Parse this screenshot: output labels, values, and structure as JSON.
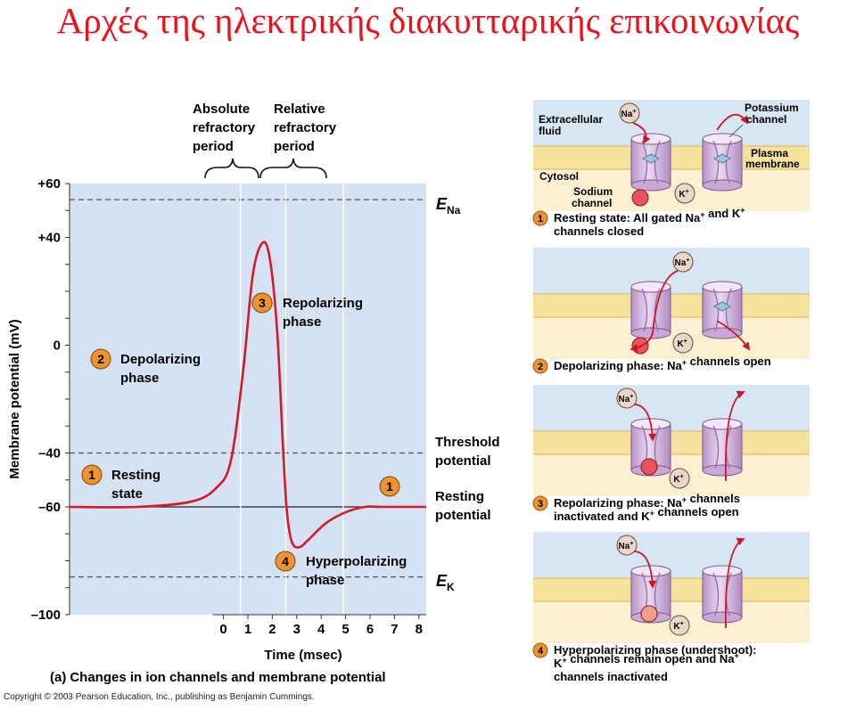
{
  "title": "Αρχές της ηλεκτρικής διακυτταρικής επικοινωνίας",
  "chart_data": {
    "type": "line",
    "title": "Changes in ion channels and membrane potential",
    "panel_letter": "(a)",
    "xlabel": "Time (msec)",
    "ylabel": "Membrane potential (mV)",
    "xlim": [
      -6.3,
      8.3
    ],
    "ylim": [
      -100,
      60
    ],
    "x_ticks": [
      0,
      1,
      2,
      3,
      4,
      5,
      6,
      7,
      8
    ],
    "y_ticks": [
      {
        "value": 60,
        "label": "+60"
      },
      {
        "value": 40,
        "label": "+40"
      },
      {
        "value": 0,
        "label": "0"
      },
      {
        "value": -40,
        "label": "–40"
      },
      {
        "value": -60,
        "label": "–60"
      },
      {
        "value": -100,
        "label": "–100"
      }
    ],
    "series": [
      {
        "x": [
          -6.3,
          -3.5,
          -1.3,
          -0.3,
          0.3,
          0.8,
          1.2,
          1.6,
          1.9,
          2.2,
          2.45,
          2.6,
          2.8,
          3.1,
          3.5,
          4.2,
          5.0,
          5.8,
          6.5,
          8.3
        ],
        "y": [
          -60,
          -60,
          -58,
          -53,
          -43,
          -10,
          26,
          38,
          32,
          5,
          -40,
          -62,
          -73,
          -75,
          -72,
          -66,
          -62,
          -60,
          -60,
          -60
        ]
      }
    ],
    "reference_lines": [
      {
        "value": 54,
        "label": "E",
        "sub": "Na",
        "style": "dashed"
      },
      {
        "value": -40,
        "label": "Threshold potential",
        "style": "dashed"
      },
      {
        "value": -60,
        "label": "Resting potential",
        "style": "solid"
      },
      {
        "value": -86,
        "label": "E",
        "sub": "K",
        "style": "dashed"
      }
    ],
    "refractory_periods": [
      {
        "label": "Absolute refractory period"
      },
      {
        "label": "Relative refractory period"
      }
    ],
    "annotations": [
      {
        "num": "1",
        "text": "Resting state"
      },
      {
        "num": "2",
        "text": "Depolarizing phase"
      },
      {
        "num": "3",
        "text": "Repolarizing phase"
      },
      {
        "num": "4",
        "text": "Hyperpolarizing phase"
      },
      {
        "num": "1",
        "text": ""
      }
    ]
  },
  "panels": {
    "labels": {
      "extracellular": "Extracellular fluid",
      "potassium": "Potassium channel",
      "plasma": "Plasma membrane",
      "cytosol": "Cytosol",
      "sodium": "Sodium channel",
      "na": "Na",
      "k": "K",
      "plus": "+"
    },
    "steps": [
      {
        "num": "1",
        "line1": "Resting state: All gated Na",
        "line1b": " and K",
        "line2": "channels closed"
      },
      {
        "num": "2",
        "line1": "Depolarizing phase: Na",
        "line1b": " channels open",
        "line2": ""
      },
      {
        "num": "3",
        "line1": "Repolarizing phase: Na",
        "line1b": " channels",
        "line2": "inactivated and K",
        "line2b": " channels open"
      },
      {
        "num": "4",
        "line1": "Hyperpolarizing phase (undershoot):",
        "line2": "K",
        "line2b": " channels remain open and Na",
        "line3": "channels inactivated"
      }
    ]
  },
  "colors": {
    "title": "#e8141b",
    "plot_bg": "#d4e2f3",
    "curve": "#d31a2a",
    "badge": "#f0922e",
    "membrane": "#f6e29c",
    "sky": "#d7e6f2"
  },
  "copyright": "Copyright © 2003 Pearson Education, Inc., publishing as Benjamin Cummings."
}
